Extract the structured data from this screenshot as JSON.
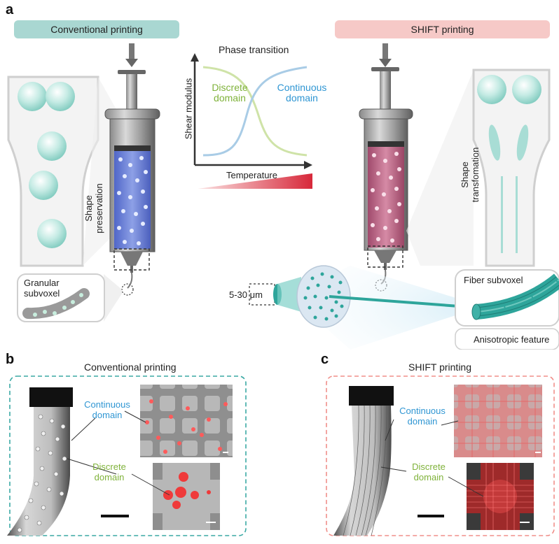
{
  "panel_a": {
    "letter": "a",
    "conventional_title": "Conventional printing",
    "shift_title": "SHIFT printing",
    "phase_transition": "Phase transition",
    "shear_modulus": "Shear modulus",
    "temperature": "Temperature",
    "discrete_domain": "Discrete\ndomain",
    "continuous_domain": "Continuous\ndomain",
    "shape_preservation": "Shape\npreservation",
    "shape_transformation": "Shape\ntransfomation",
    "granular_subvoxel": "Granular\nsubvoxel",
    "size_range": "5-30 μm",
    "fiber_subvoxel": "Fiber subvoxel",
    "anisotropic_feature": "Anisotropic feature"
  },
  "panel_b": {
    "letter": "b",
    "title": "Conventional printing",
    "continuous_domain": "Continuous\ndomain",
    "discrete_domain": "Discrete\ndomain"
  },
  "panel_c": {
    "letter": "c",
    "title": "SHIFT printing",
    "continuous_domain": "Continuous\ndomain",
    "discrete_domain": "Discrete\ndomain"
  },
  "colors": {
    "teal_header": "#a9d7d2",
    "pink_header": "#f6c9c7",
    "continuous_blue": "#2f96d3",
    "discrete_green": "#7fb23a",
    "teal_dash": "#3aa9a4",
    "pink_dash": "#f08f8a",
    "fiber_teal": "#2ea59b"
  }
}
